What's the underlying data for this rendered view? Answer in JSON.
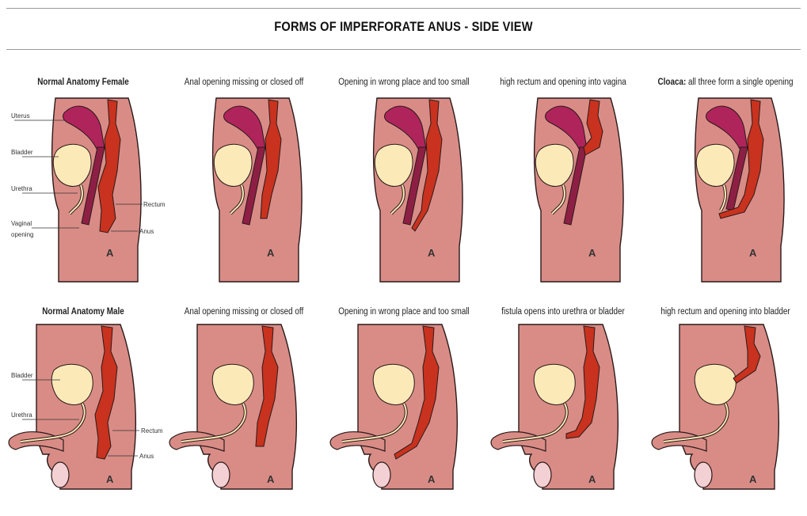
{
  "title": "FORMS OF IMPERFORATE ANUS - SIDE VIEW",
  "female_captions": [
    {
      "bold": "Normal Anatomy Female",
      "text": ""
    },
    {
      "bold": "",
      "text": "Anal opening missing or closed off"
    },
    {
      "bold": "",
      "text": "Opening in wrong place and too small"
    },
    {
      "bold": "",
      "text": "high rectum and opening into vagina"
    },
    {
      "bold": "Cloaca:",
      "text": " all three form a single opening"
    }
  ],
  "male_captions": [
    {
      "bold": "Normal Anatomy Male",
      "text": ""
    },
    {
      "bold": "",
      "text": "Anal opening missing or closed off"
    },
    {
      "bold": "",
      "text": "Opening in wrong place and too small"
    },
    {
      "bold": "",
      "text": "fistula opens into urethra or bladder"
    },
    {
      "bold": "",
      "text": "high rectum and opening into bladder"
    }
  ],
  "female_labels": {
    "uterus": "Uterus",
    "bladder": "Bladder",
    "urethra": "Urethra",
    "vaginal_opening_1": "Vaginal",
    "vaginal_opening_2": "opening",
    "rectum": "Rectum",
    "anus": "Anus"
  },
  "male_labels": {
    "bladder": "Bladder",
    "urethra": "Urethra",
    "rectum": "Rectum",
    "anus": "Anus"
  },
  "body_letter": "A",
  "colors": {
    "body": "#d98c86",
    "body_outline": "#2a1a1a",
    "uterus": "#b0245c",
    "bladder": "#fbeab8",
    "rectum": "#c8321e",
    "testis": "#f3d0d3"
  }
}
